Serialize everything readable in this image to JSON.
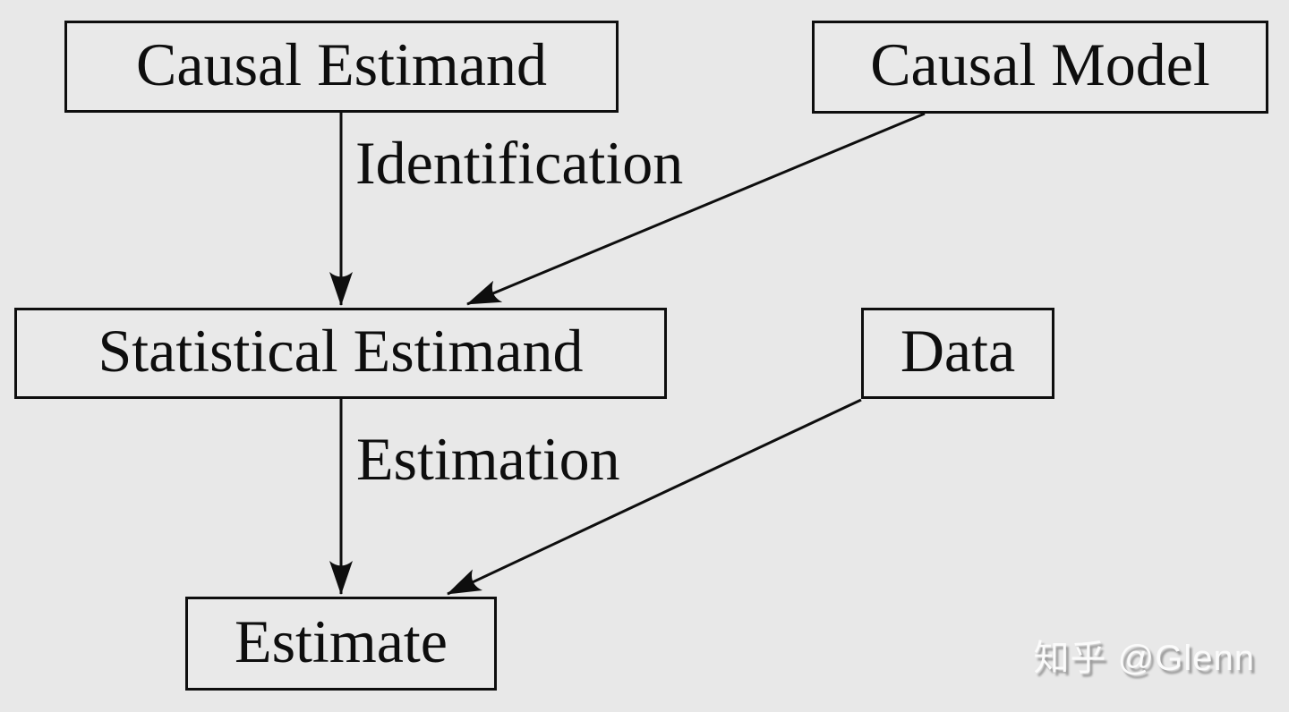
{
  "diagram": {
    "type": "flowchart",
    "nodes": {
      "causal_estimand": {
        "label": "Causal Estimand"
      },
      "causal_model": {
        "label": "Causal Model"
      },
      "statistical_estimand": {
        "label": "Statistical Estimand"
      },
      "data": {
        "label": "Data"
      },
      "estimate": {
        "label": "Estimate"
      }
    },
    "edges": [
      {
        "from": "causal_estimand",
        "to": "statistical_estimand",
        "label": "Identification"
      },
      {
        "from": "causal_model",
        "to": "statistical_estimand",
        "label": ""
      },
      {
        "from": "statistical_estimand",
        "to": "estimate",
        "label": "Estimation"
      },
      {
        "from": "data",
        "to": "estimate",
        "label": ""
      }
    ],
    "colors": {
      "background": "#e8e8e8",
      "ink": "#0e0e0e"
    }
  },
  "watermark": {
    "text": "知乎 @Glenn",
    "color": "#fbfbfb",
    "shadow": "#969696"
  }
}
